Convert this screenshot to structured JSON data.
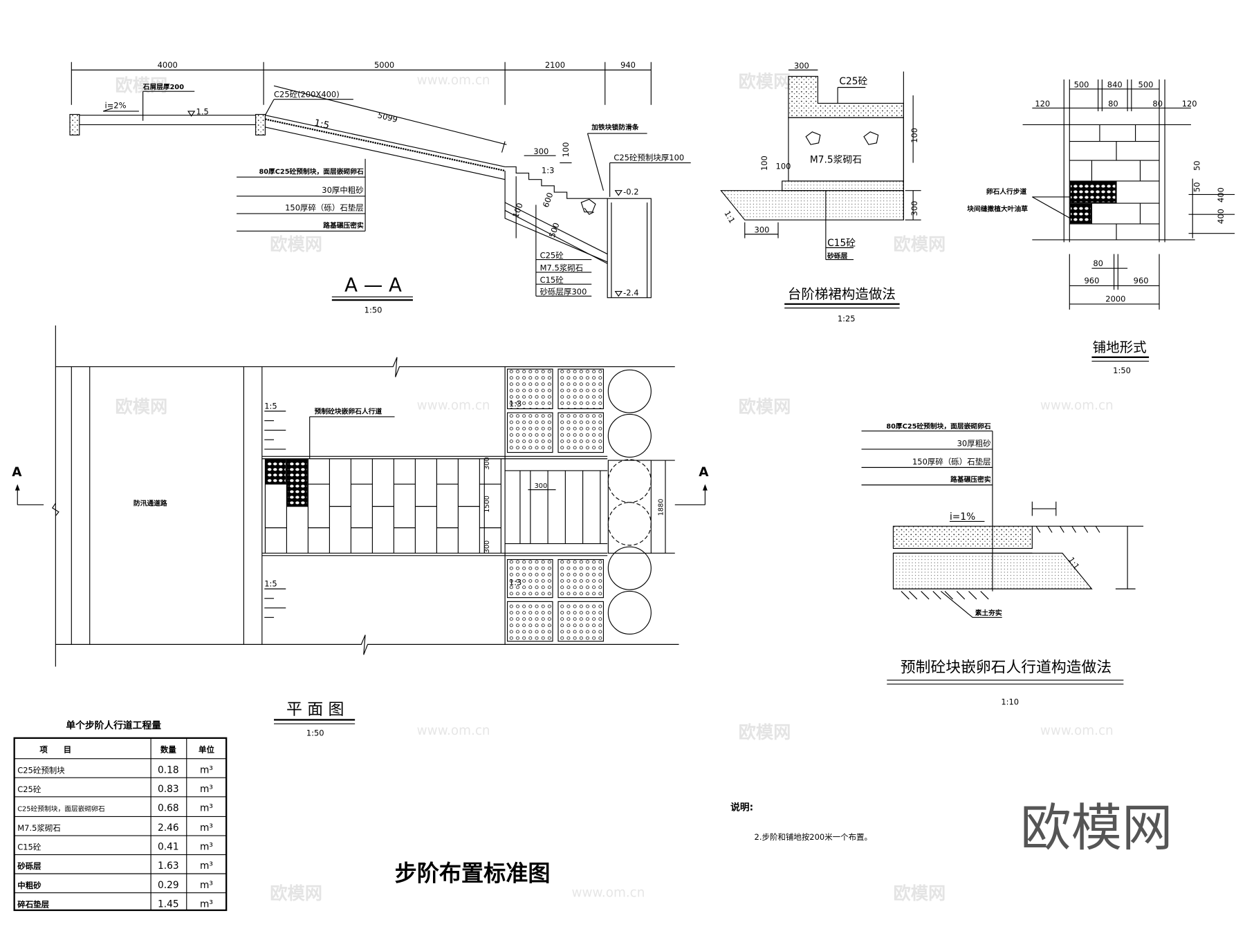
{
  "title": "步阶布置标准图",
  "watermark": {
    "logo": "欧模网",
    "url": "www.om.cn"
  },
  "section_aa": {
    "title": "A — A",
    "scale": "1:50",
    "dims": [
      "4000",
      "5000",
      "2100",
      "940"
    ],
    "gravel_label": "石屑层厚200",
    "slope_left": "i=2%",
    "elev_top": "1.5",
    "curb": "C25砼(200X400)",
    "slope_ratio": "1:5",
    "slope_length": "5099",
    "layers": [
      "80厚C25砼预制块，面层嵌砌卵石",
      "30厚中粗砂",
      "150厚碎（砾）石垫层",
      "路基碾压密实"
    ],
    "antiskid": "加铁块锁防滑条",
    "precast": "C25砼预制块厚100",
    "elev_mid": "-0.2",
    "elev_bottom": "-2.4",
    "step_w": "300",
    "step_h": "100",
    "step_ratio": "1:3",
    "d100": "100",
    "d600": "600",
    "d500": "500",
    "wall_layers": [
      "C25砼",
      "M7.5浆砌石",
      "C15砼",
      "砂砾层厚300"
    ]
  },
  "plan": {
    "title": "平 面 图",
    "scale": "1:50",
    "road": "防汛通道路",
    "walkway": "预制砼块嵌卵石人行道",
    "slope_top": "1:5",
    "slope_bottom": "1:5",
    "step_slope_top": "1:3",
    "step_slope_bottom": "1:3",
    "step_w": "300",
    "dims_v": [
      "300",
      "1500",
      "300"
    ],
    "width": "1880",
    "marker": "A"
  },
  "apron": {
    "title": "台阶梯裙构造做法",
    "scale": "1:25",
    "dims": {
      "top": "300",
      "right_top": "100",
      "left_h": "100",
      "left_w": "100",
      "bottom_w": "300",
      "right_bottom": "300"
    },
    "labels": {
      "c25": "C25砼",
      "m75": "M7.5浆砌石",
      "c15": "C15砼",
      "gravel": "砂砾层",
      "slope": "1:1"
    }
  },
  "paving": {
    "title": "铺地形式",
    "scale": "1:50",
    "top_dims": [
      "500",
      "840",
      "500"
    ],
    "sub_dims": [
      "120",
      "80",
      "80",
      "120"
    ],
    "bottom_dims": {
      "gap": "80",
      "left": "960",
      "right": "960",
      "total": "2000"
    },
    "right_dims": [
      "50",
      "50",
      "400",
      "400"
    ],
    "labels": [
      "卵石人行步道",
      "块间缝撒植大叶油草"
    ]
  },
  "walk_detail": {
    "title": "预制砼块嵌卵石人行道构造做法",
    "scale": "1:10",
    "layers": [
      "80厚C25砼预制块，面层嵌砌卵石",
      "30厚粗砂",
      "150厚碎（砾）石垫层",
      "路基碾压密实"
    ],
    "slope": "i=1%",
    "side_slope": "1:1",
    "soil": "素土夯实"
  },
  "quantities": {
    "title": "单个步阶人行道工程量",
    "headers": [
      "项　　目",
      "数量",
      "单位"
    ],
    "rows": [
      {
        "item": "C25砼预制块",
        "qty": "0.18",
        "unit": "m³"
      },
      {
        "item": "C25砼",
        "qty": "0.83",
        "unit": "m³"
      },
      {
        "item": "C25砼预制块，面层嵌砌卵石",
        "qty": "0.68",
        "unit": "m³"
      },
      {
        "item": "M7.5浆砌石",
        "qty": "2.46",
        "unit": "m³"
      },
      {
        "item": "C15砼",
        "qty": "0.41",
        "unit": "m³"
      },
      {
        "item": "砂砾层",
        "qty": "1.63",
        "unit": "m³"
      },
      {
        "item": "中粗砂",
        "qty": "0.29",
        "unit": "m³"
      },
      {
        "item": "碎石垫层",
        "qty": "1.45",
        "unit": "m³"
      }
    ]
  },
  "notes": {
    "heading": "说明:",
    "items": [
      "2.步阶和铺地按200米一个布置。"
    ]
  }
}
